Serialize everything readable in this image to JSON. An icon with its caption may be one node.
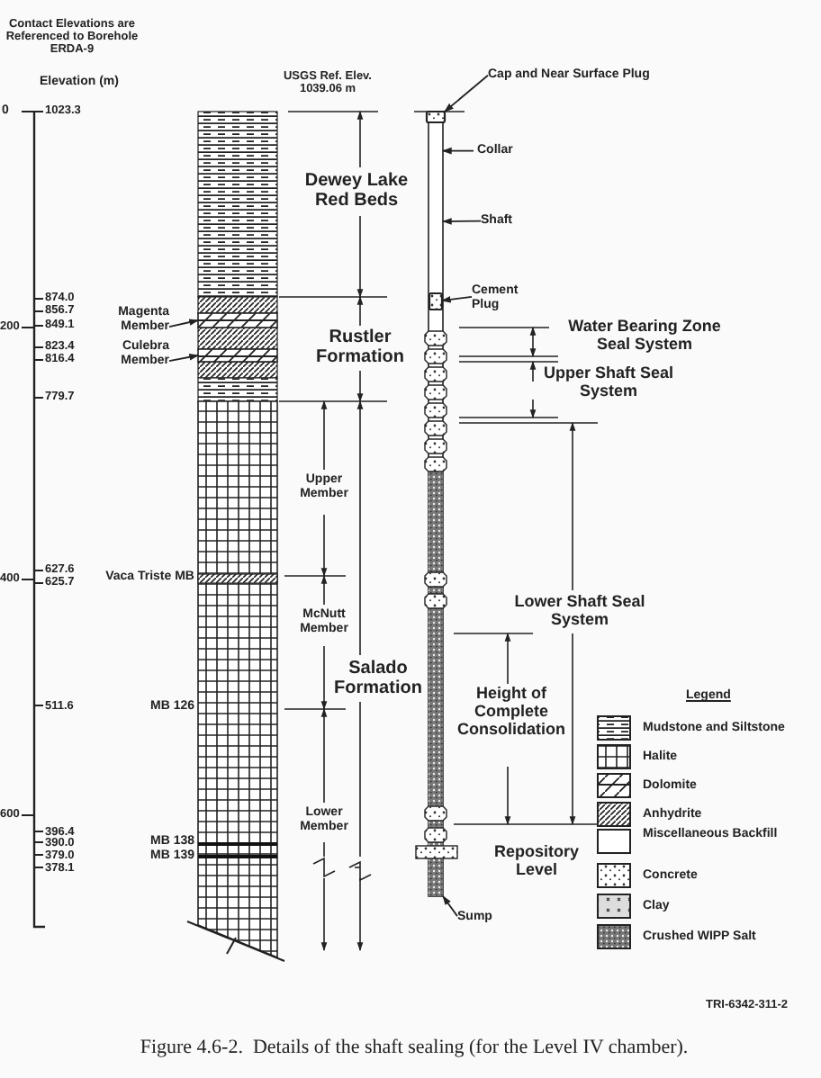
{
  "diagram": {
    "caption": "Figure 4.6-2.  Details of the shaft sealing (for the Level IV chamber).",
    "nodes": [
      {
        "text": [
          "Magenta Member"
        ]
      },
      {
        "text": [
          "Culebra Member"
        ]
      },
      {
        "text": [],
        "shape": "bar"
      },
      {
        "text": [],
        "shape": "bar"
      },
      {
        "text": [
          "Cap and Near Surface Plug"
        ]
      },
      {
        "text": [
          "Collar"
        ]
      },
      {
        "text": [
          "Shaft"
        ]
      },
      {
        "text": [
          "Cement Plug"
        ]
      },
      {
        "text": [
          "Sump"
        ]
      },
      {
        "text": [],
        "shape": "bar"
      },
      {
        "text": [],
        "shape": "box",
        "in": 9
      },
      {
        "text": [],
        "shape": "box",
        "in": 9
      }
    ],
    "edges": [
      {
        "from": 0,
        "to": 2,
        "arrow": "to"
      },
      {
        "from": 1,
        "to": 3,
        "arrow": "to"
      },
      {
        "from": 4,
        "to": 10,
        "arrow": "to"
      },
      {
        "from": 5,
        "to": 9,
        "arrow": "to"
      },
      {
        "from": 6,
        "to": 9,
        "arrow": "to"
      },
      {
        "from": 7,
        "to": 11,
        "arrow": "to"
      },
      {
        "from": 8,
        "to": 9,
        "arrow": "to"
      }
    ],
    "labels": [
      "Contact Elevations are Referenced to Borehole ERDA-9",
      "Elevation (m)",
      "0",
      "1023.3",
      "USGS Ref. Elev. 1039.06 m",
      "Dewey Lake Red Beds",
      "874.0",
      "856.7",
      "200",
      "849.1",
      "823.4",
      "816.4",
      "Rustler Formation",
      "Water Bearing Zone Seal System",
      "Upper Shaft Seal System",
      "779.7",
      "Upper Member",
      "400",
      "627.6",
      "625.7",
      "Vaca Triste MB",
      "McNutt Member",
      "Lower Shaft Seal System",
      "Salado Formation",
      "511.6",
      "MB 126",
      "Height of Complete Consolidation",
      "600",
      "396.4",
      "390.0",
      "MB 138",
      "379.0",
      "MB 139",
      "378.1",
      "Lower Member",
      "Repository Level",
      "Legend",
      "TRI-6342-311-2"
    ],
    "legend": [
      {
        "text": "Mudstone and Siltstone"
      },
      {
        "text": "Halite"
      },
      {
        "text": "Dolomite"
      },
      {
        "text": "Anhydrite"
      },
      {
        "text": "Miscellaneous Backfill"
      },
      {
        "text": "Concrete"
      },
      {
        "text": "Clay"
      },
      {
        "text": "Crushed WIPP Salt"
      }
    ]
  }
}
